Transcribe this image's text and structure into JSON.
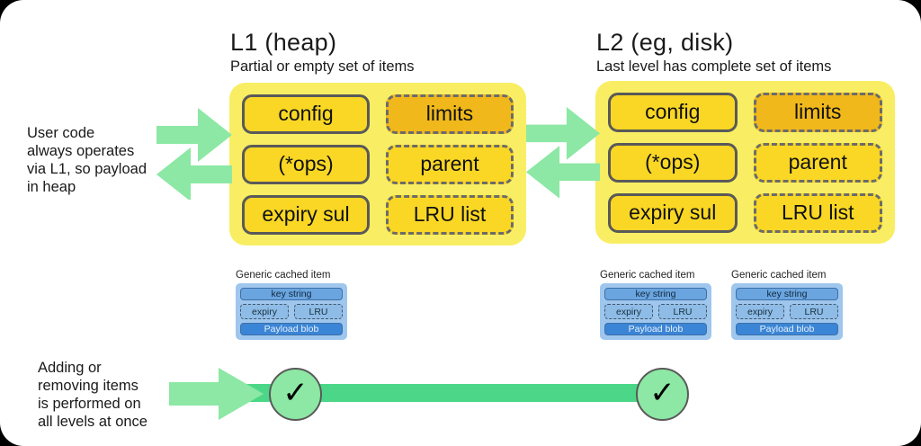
{
  "levels": [
    {
      "title": "L1 (heap)",
      "subtitle": "Partial or empty set of items",
      "solid_fields": [
        "config",
        "(*ops)",
        "expiry sul"
      ],
      "dashed_fields": [
        "limits",
        "parent",
        "LRU list"
      ]
    },
    {
      "title": "L2 (eg, disk)",
      "subtitle": "Last level has complete set of items",
      "solid_fields": [
        "config",
        "(*ops)",
        "expiry sul"
      ],
      "dashed_fields": [
        "limits",
        "parent",
        "LRU list"
      ]
    }
  ],
  "captions": {
    "user_code": "User code\nalways operates\nvia L1, so payload\nin heap",
    "adding_removing": "Adding or\nremoving items\nis performed on\nall levels at once"
  },
  "cached_items": [
    {
      "label": "Generic cached item",
      "key": "key string",
      "expiry": "expiry",
      "lru": "LRU",
      "payload": "Payload blob"
    },
    {
      "label": "Generic cached item",
      "key": "key string",
      "expiry": "expiry",
      "lru": "LRU",
      "payload": "Payload blob"
    },
    {
      "label": "Generic cached item",
      "key": "key string",
      "expiry": "expiry",
      "lru": "LRU",
      "payload": "Payload blob"
    }
  ],
  "checkmarks": [
    "✓",
    "✓"
  ],
  "colors": {
    "panel_yellow": "#F9EE63",
    "field_yellow": "#F9D724",
    "field_highlight": "#F0B81A",
    "arrow_green": "#8CE8A4",
    "bar_green": "#4BD787",
    "card_blue": "#9FC6ED",
    "card_box_blue": "#4D90D9",
    "border_gray": "#595959",
    "background": "#000000",
    "canvas": "#FFFFFF"
  }
}
